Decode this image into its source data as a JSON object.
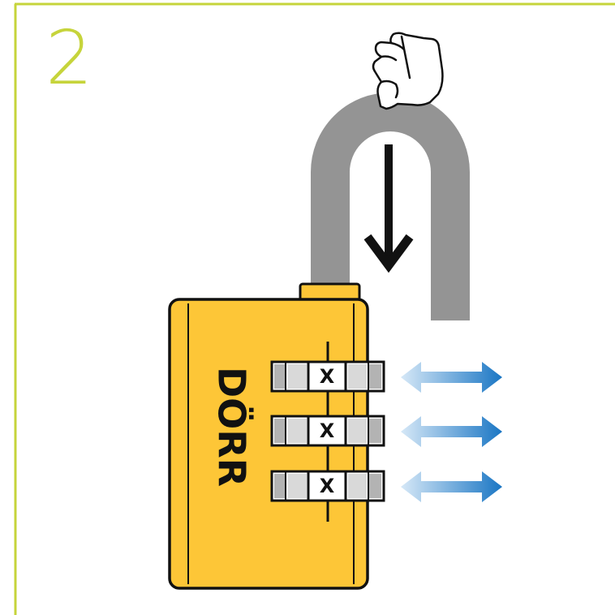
{
  "step": {
    "number": "2"
  },
  "lock": {
    "brand": "DÖRR",
    "dials": [
      {
        "symbol": "X"
      },
      {
        "symbol": "X"
      },
      {
        "symbol": "X"
      }
    ]
  },
  "colors": {
    "frame_accent": "#c6d43b",
    "lock_body": "#fdc637",
    "lock_outline": "#111111",
    "shackle": "#949494",
    "arrow_blue": "#1a76c4",
    "arrow_fade": "#cde3f5"
  },
  "icons": [
    "pointing-hand-icon",
    "down-arrow-icon",
    "double-arrow-icon"
  ]
}
